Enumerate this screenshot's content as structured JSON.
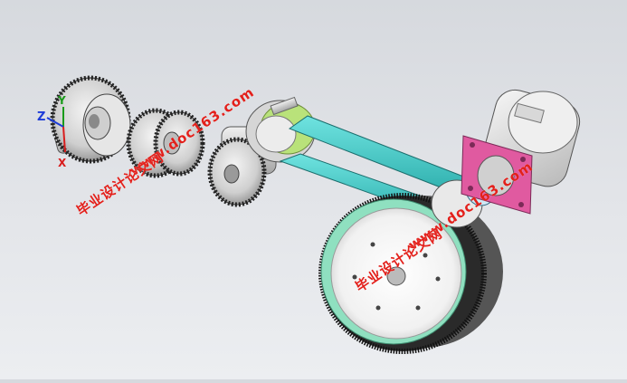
{
  "viewport": {
    "axis_triad": {
      "z_label": "Z",
      "y_label": "Y",
      "x_label": "X"
    }
  },
  "watermarks": [
    {
      "text": "www.doc163.com"
    },
    {
      "text": "毕业设计论文网"
    },
    {
      "text": "www.doc163.com"
    },
    {
      "text": "毕业设计论文网"
    }
  ],
  "colors": {
    "background": "#dfe2e6",
    "gear_fill": "#d4d4d4",
    "gear_edge": "#3a3a3a",
    "belt": "#4fd2d0",
    "pulley_ring": "#b9e27a",
    "motor_flange": "#e05aa0",
    "large_pulley_rim": "#8fe0c0",
    "watermark": "#e3201b"
  }
}
